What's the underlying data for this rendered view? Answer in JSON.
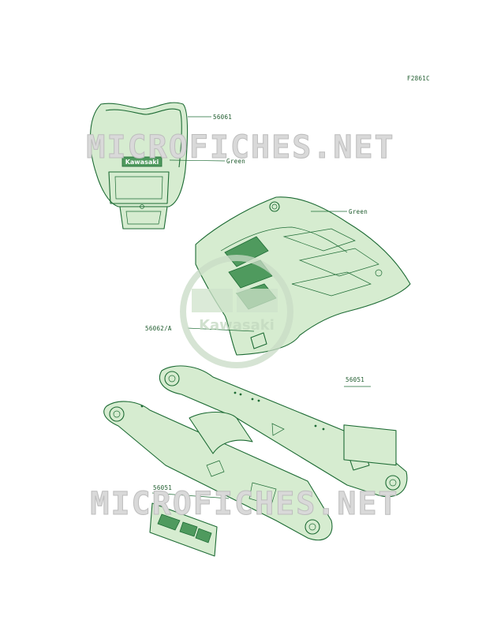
{
  "diagram": {
    "figure_code": "F2861C",
    "watermark_top": "MICROFICHES.NET",
    "watermark_bottom": "MICROFICHES.NET",
    "center_logo_text": "Kawasaki",
    "headlight_badge_text": "Kawasaki",
    "callouts": {
      "headlight_cowl_part": "56061",
      "headlight_cowl_color": "Green",
      "side_cover_color": "Green",
      "side_cover_part": "56062/A",
      "swingarm_upper_part": "56051",
      "swingarm_lower_part": "56051"
    },
    "colors": {
      "line": "#1d6b34",
      "fill": "#d6ecd0",
      "text": "#1d5a2c",
      "watermark": "#d9d9d9"
    }
  }
}
